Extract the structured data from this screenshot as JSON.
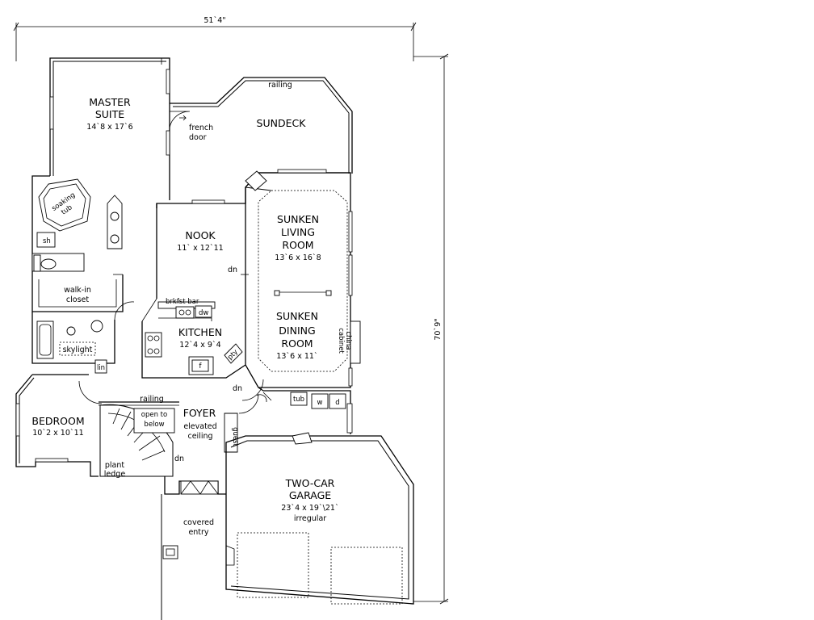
{
  "dimensions": {
    "width": "51`4\"",
    "depth": "70`9\""
  },
  "rooms": {
    "master": {
      "name_line1": "MASTER",
      "name_line2": "SUITE",
      "size": "14`8 x 17`6"
    },
    "sundeck": {
      "name": "SUNDECK",
      "railing": "railing",
      "french_door_line1": "french",
      "french_door_line2": "door"
    },
    "nook": {
      "name": "NOOK",
      "size": "11` x 12`11",
      "dn": "dn"
    },
    "living": {
      "name_line1": "SUNKEN",
      "name_line2": "LIVING",
      "name_line3": "ROOM",
      "size": "13`6 x 16`8"
    },
    "dining": {
      "name_line1": "SUNKEN",
      "name_line2": "DINING",
      "name_line3": "ROOM",
      "size": "13`6 x 11`",
      "china_line1": "china",
      "china_line2": "cabinet"
    },
    "kitchen": {
      "name": "KITCHEN",
      "size": "12`4 x 9`4",
      "brkfst_bar": "brkfst  bar",
      "dw": "dw",
      "f": "f",
      "pty": "pty"
    },
    "bath": {
      "soaking_tub_line1": "soaking",
      "soaking_tub_line2": "tub",
      "sh": "sh",
      "walkin_line1": "walk-in",
      "walkin_line2": "closet",
      "skylight": "skylight",
      "lin": "lin"
    },
    "bedroom": {
      "name": "BEDROOM",
      "size": "10`2 x 10`11"
    },
    "foyer": {
      "name": "FOYER",
      "elevated_line1": "elevated",
      "elevated_line2": "ceiling",
      "railing": "railing",
      "open_line1": "open  to",
      "open_line2": "below",
      "dn": "dn",
      "dn2": "dn",
      "plant_line1": "plant",
      "plant_line2": "ledge",
      "guest": "guest",
      "tub": "tub",
      "w": "w",
      "d": "d"
    },
    "garage": {
      "name_line1": "TWO-CAR",
      "name_line2": "GARAGE",
      "size": "23`4 x 19`\\21`",
      "note": "irregular"
    },
    "entry": {
      "line1": "covered",
      "line2": "entry"
    }
  }
}
